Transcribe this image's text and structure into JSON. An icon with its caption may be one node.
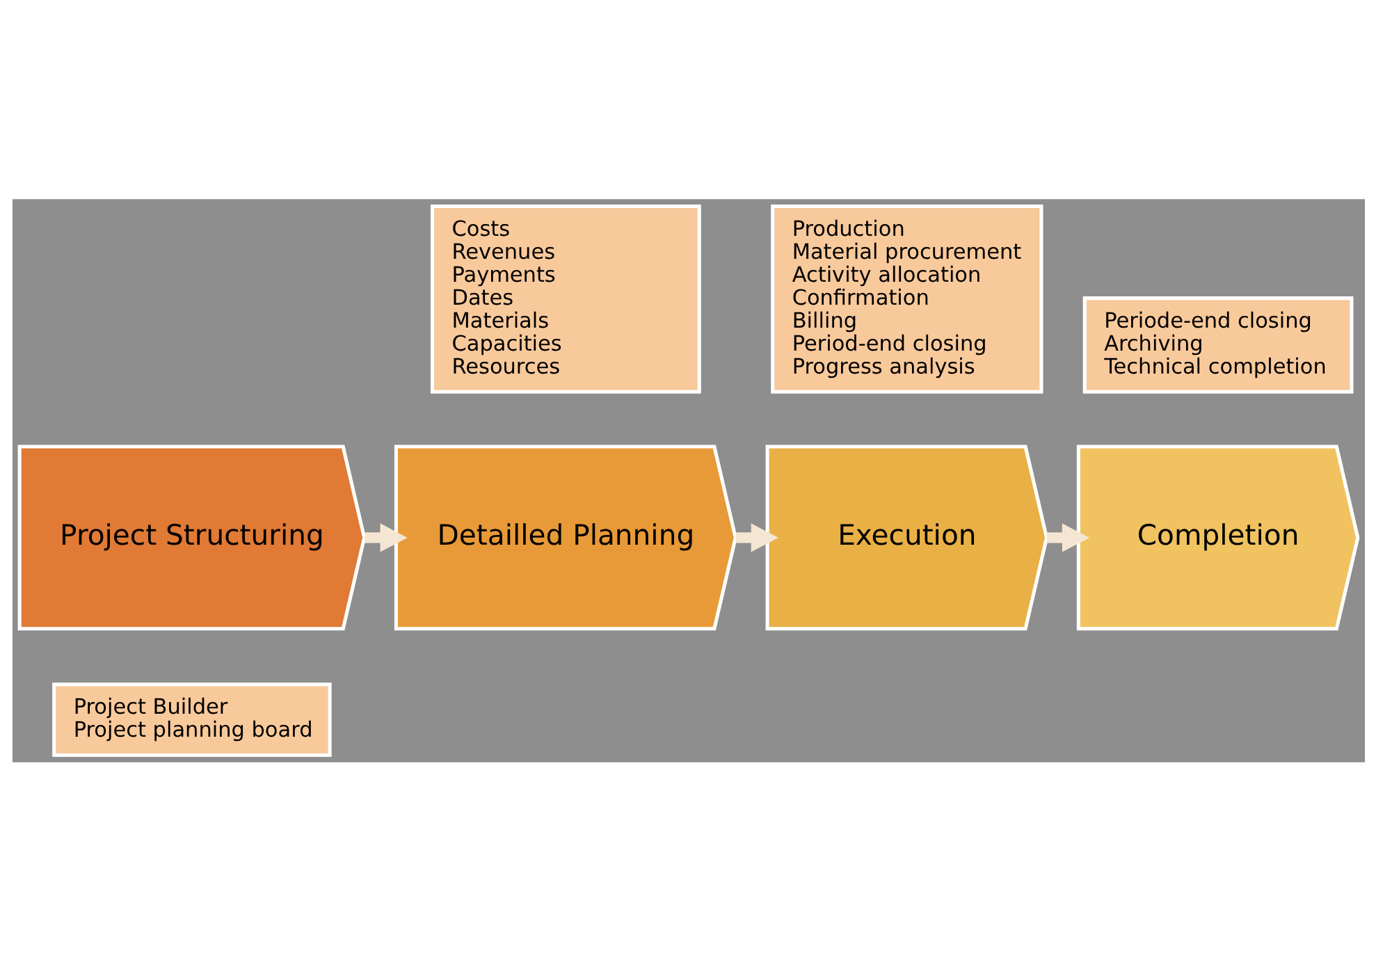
{
  "diagram": {
    "nodes": [
      {
        "text": [
          "Project Builder",
          "Project planning board"
        ]
      },
      {
        "text": [
          "Production",
          "Material procurement",
          "Activity allocation",
          "Confirmation",
          "Billing",
          "Period-end closing",
          "Progress analysis"
        ]
      },
      {
        "text": [
          "Project Structuring"
        ]
      },
      {
        "text": [
          "Detailled Planning"
        ]
      },
      {
        "text": [
          "Execution"
        ]
      },
      {
        "text": [
          "Completion"
        ]
      },
      {
        "text": [
          "Costs",
          "Revenues",
          "Payments",
          "Dates",
          "Materials",
          "Capacities",
          "Resources"
        ]
      },
      {
        "text": [
          "Periode-end closing",
          "Archiving",
          "Technical completion"
        ]
      }
    ],
    "edges": [
      {
        "from": 2,
        "to": 3,
        "arrow": "to"
      },
      {
        "from": 3,
        "to": 4,
        "arrow": "to"
      },
      {
        "from": 4,
        "to": 5,
        "arrow": "to"
      }
    ]
  }
}
